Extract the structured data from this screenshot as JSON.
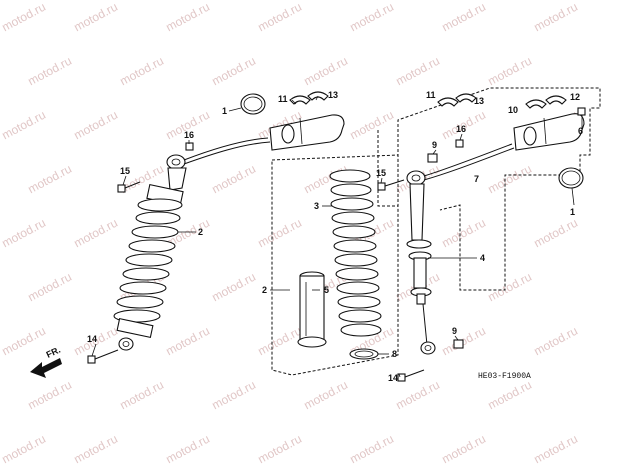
{
  "watermark": "motod.ru",
  "diagram_code": "HE03-F1900A",
  "direction_label": "FR.",
  "callouts": {
    "c1_left": "1",
    "c11_left": "11",
    "c13_left": "13",
    "c16_left": "16",
    "c15": "15",
    "c2_left": "2",
    "c14_left": "14",
    "c3": "3",
    "c2_mid": "2",
    "c5": "5",
    "c8_mid": "8",
    "c15_mid": "15",
    "c9_top": "9",
    "c16_right": "16",
    "c7": "7",
    "c4": "4",
    "c9_bottom": "9",
    "c14_right": "14",
    "c11_right": "11",
    "c13_right": "13",
    "c10": "10",
    "c12": "12",
    "c6": "6",
    "c1_right": "1"
  }
}
